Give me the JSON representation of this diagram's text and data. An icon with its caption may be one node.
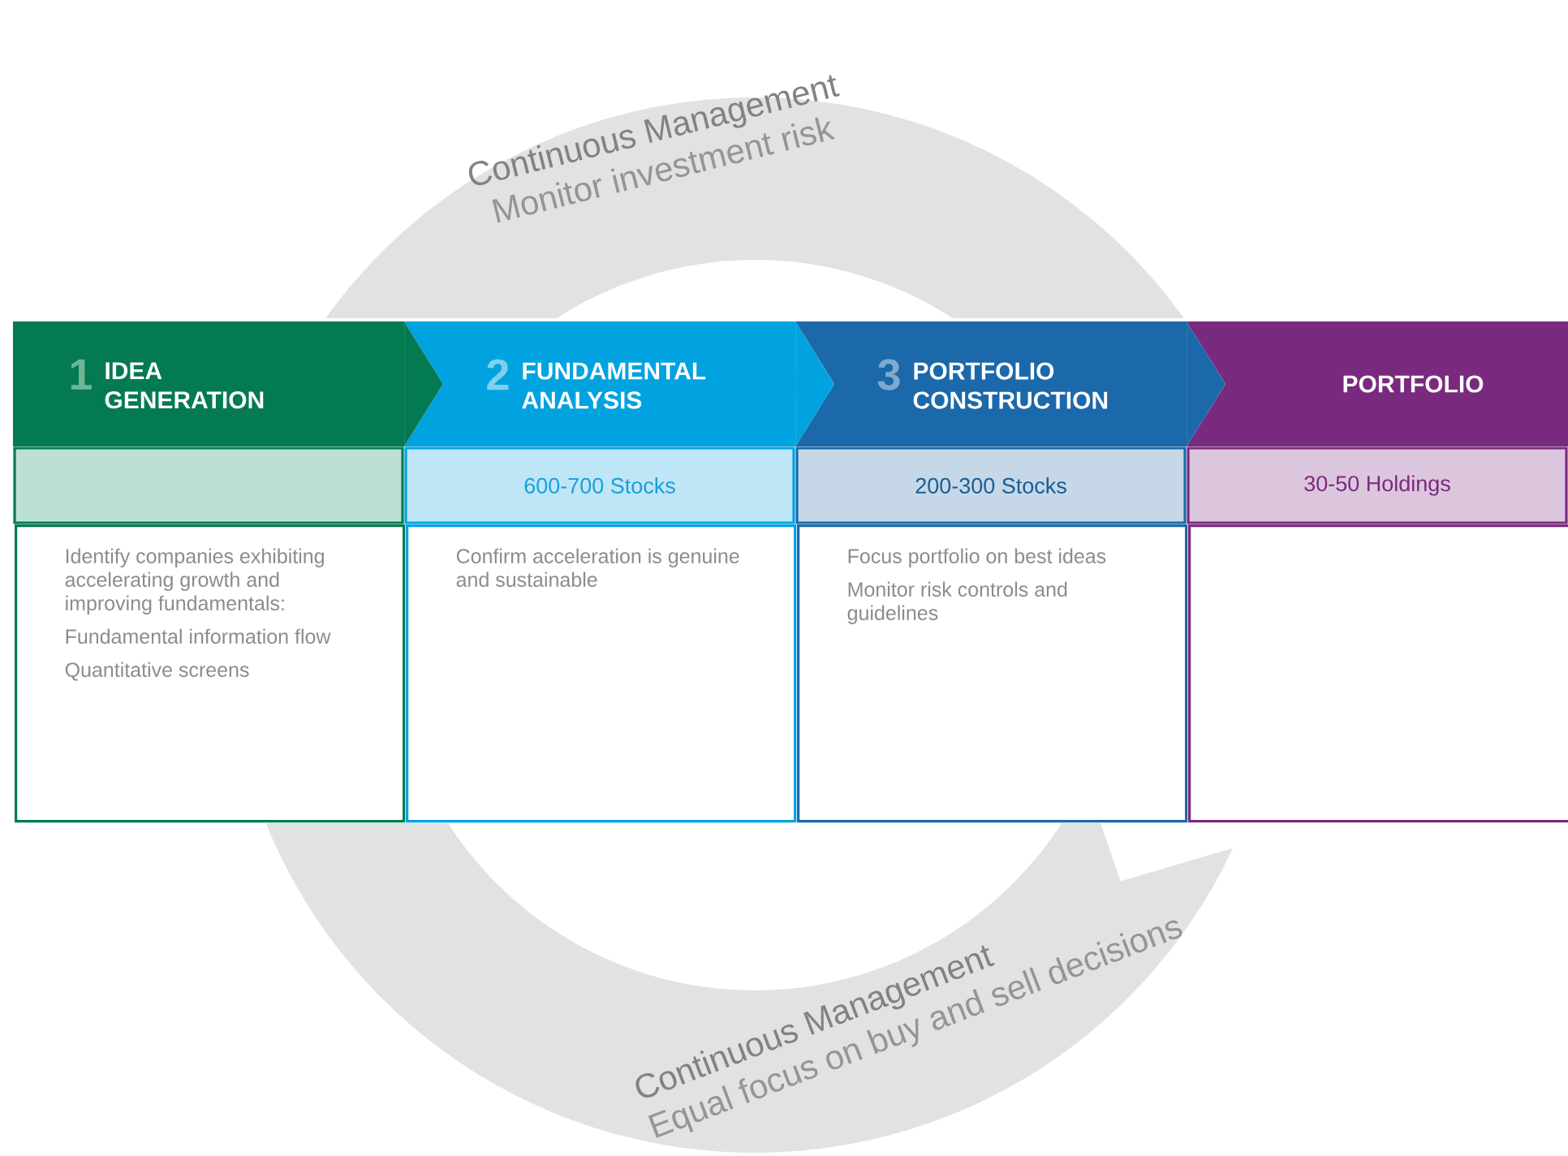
{
  "diagram": {
    "nodes": [
      {
        "text": [
          "1",
          "IDEA GENERATION"
        ]
      },
      {
        "text": [],
        "shape": "bar"
      },
      {
        "text": [
          "Identify companies exhibiting accelerating growth and improving fundamentals:",
          "Fundamental information flow",
          "Quantitative screens"
        ]
      },
      {
        "text": [
          "2",
          "FUNDAMENTAL ANALYSIS"
        ]
      },
      {
        "text": [
          "600-700 Stocks"
        ]
      },
      {
        "text": [
          "Confirm acceleration is genuine and sustainable"
        ]
      },
      {
        "text": [
          "3",
          "PORTFOLIO CONSTRUCTION"
        ]
      },
      {
        "text": [
          "200-300 Stocks"
        ]
      },
      {
        "text": [
          "Focus portfolio on best ideas",
          "Monitor risk controls and guidelines"
        ]
      },
      {
        "text": [
          "PORTFOLIO"
        ]
      },
      {
        "text": [
          "30-50 Holdings"
        ]
      },
      {
        "text": [],
        "shape": "box"
      },
      {
        "text": [
          "Continuous Management",
          "Monitor investment risk"
        ]
      },
      {
        "text": [
          "Continuous Management",
          "Equal focus on buy and sell decisions"
        ]
      }
    ],
    "edges": [
      {
        "from": 0,
        "to": 3,
        "arrow": "to",
        "color": "#037a52"
      },
      {
        "from": 3,
        "to": 6,
        "arrow": "to",
        "color": "#00a3e0"
      },
      {
        "from": 6,
        "to": 9,
        "arrow": "to",
        "color": "#1b69aa"
      }
    ]
  }
}
